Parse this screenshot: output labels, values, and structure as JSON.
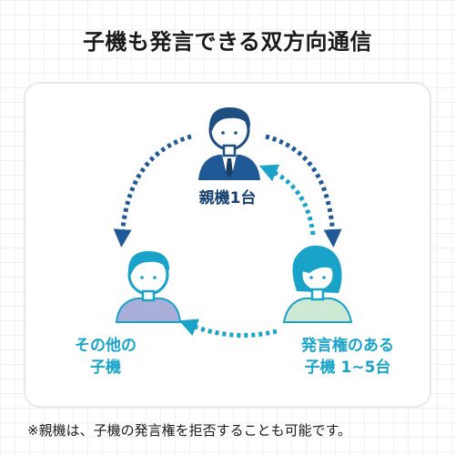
{
  "title": "子機も発言できる双方向通信",
  "nodes": {
    "parent": {
      "label": "親機1台",
      "icon": "man-suit-icon"
    },
    "other": {
      "label_line1": "その他の",
      "label_line2": "子機",
      "icon": "man-casual-icon"
    },
    "speaker": {
      "label_line1": "発言権のある",
      "label_line2": "子機 1~5台",
      "icon": "woman-icon"
    }
  },
  "footnote": "※親機は、子機の発言権を拒否することも可能です。",
  "colors": {
    "navy": "#1f5a96",
    "cyan": "#1aa3c9",
    "skin": "#ffffff",
    "hair_dark": "#1f4f80",
    "hair_light": "#1aa3c9",
    "shirt_gray": "#a9aed9",
    "shirt_mint": "#cde9d4"
  }
}
